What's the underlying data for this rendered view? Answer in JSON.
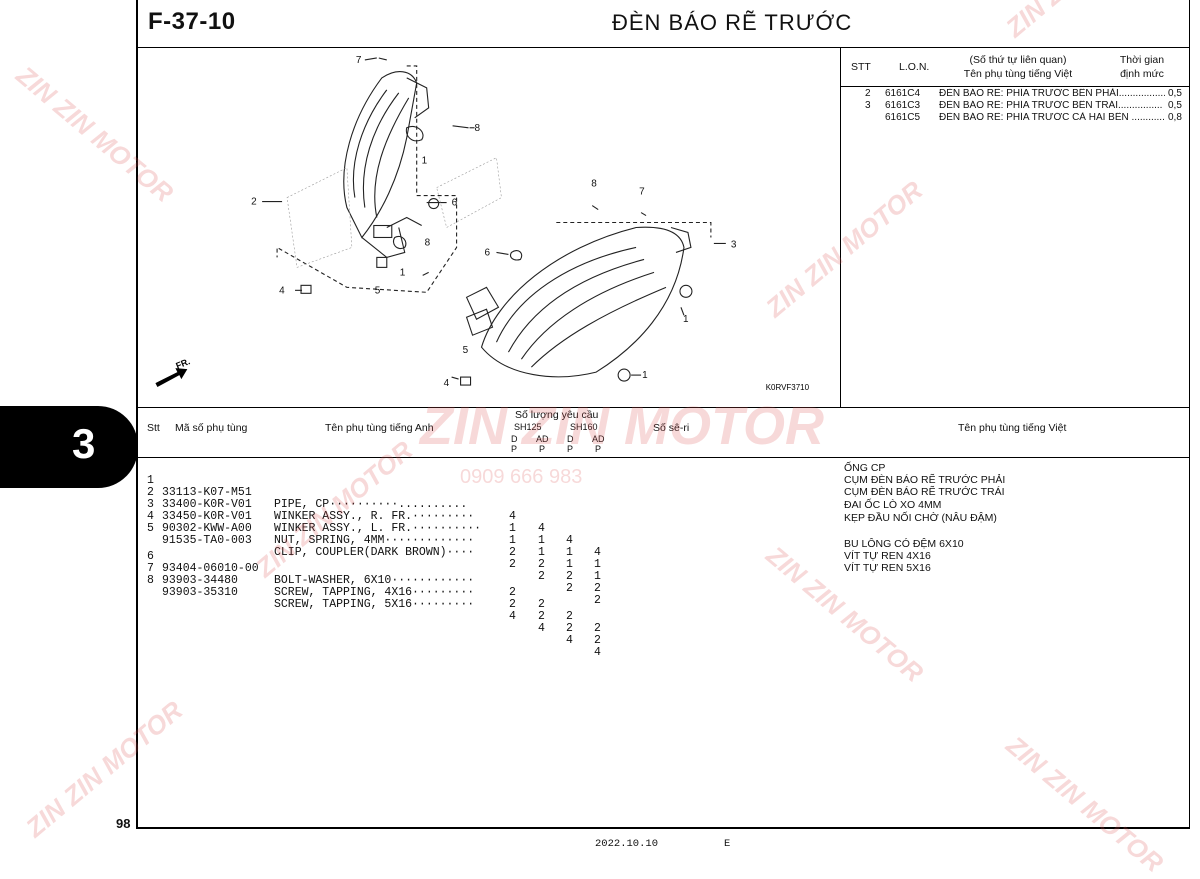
{
  "header": {
    "code": "F-37-10",
    "title": "ĐÈN BÁO RẼ TRƯỚC"
  },
  "kit_table": {
    "col_stt": "STT",
    "col_lon": "L.O.N.",
    "col_desc_1": "(Số thứ tự liên quan)",
    "col_desc_2": "Tên phụ tùng tiếng Việt",
    "col_time_1": "Thời gian",
    "col_time_2": "định mức",
    "rows": [
      {
        "stt": "2",
        "lon": "6161C4",
        "name": "ĐÈN BÁO RẼ: PHÍA TRƯỚC BÊN PHẢI.................",
        "time": "0,5"
      },
      {
        "stt": "3",
        "lon": "6161C3",
        "name": "ĐÈN BÁO RẼ: PHÍA TRƯỚC BÊN TRÁI................",
        "time": "0,5"
      },
      {
        "stt": "",
        "lon": "6161C5",
        "name": "ĐÈN BÁO RẼ: PHÍA TRƯỚC CẢ HAI BÊN ............",
        "time": "0,8"
      }
    ]
  },
  "diagram": {
    "ref": "K0RVF3710",
    "fr_label": "FR.",
    "callouts": [
      "7",
      "8",
      "1",
      "2",
      "6",
      "8",
      "1",
      "5",
      "4",
      "8",
      "7",
      "6",
      "3",
      "1",
      "5",
      "4",
      "1"
    ]
  },
  "parts_table": {
    "h_stt": "Stt",
    "h_partno": "Mã số phụ tùng",
    "h_name_en": "Tên phụ tùng tiếng Anh",
    "h_qty": "Số lượng yêu cầu",
    "h_m1": "SH125",
    "h_m2": "SH160",
    "h_d1": "D",
    "h_ad1": "AD",
    "h_d2": "D",
    "h_ad2": "AD",
    "h_p": "P",
    "h_serial": "Số sê-ri",
    "h_name_vn": "Tên phụ tùng tiếng Việt",
    "rows": [
      {
        "ref": "1",
        "part": "33113-K07-M51",
        "name": "PIPE, CP··········..........",
        "q": [
          "4",
          "4",
          "4",
          "4"
        ],
        "vn": "ỐNG CP"
      },
      {
        "ref": "2",
        "part": "33400-K0R-V01",
        "name": "WINKER ASSY., R. FR.·········",
        "q": [
          "1",
          "1",
          "1",
          "1"
        ],
        "vn": "CỤM ĐÈN BÁO RẼ TRƯỚC PHẢI"
      },
      {
        "ref": "3",
        "part": "33450-K0R-V01",
        "name": "WINKER ASSY., L. FR.··········",
        "q": [
          "1",
          "1",
          "1",
          "1"
        ],
        "vn": "CỤM ĐÈN BÁO RẼ TRƯỚC TRÁI"
      },
      {
        "ref": "4",
        "part": "90302-KWW-A00",
        "name": "NUT, SPRING, 4MM·············",
        "q": [
          "2",
          "2",
          "2",
          "2"
        ],
        "vn": "ĐAI ỐC LÒ XO 4MM"
      },
      {
        "ref": "5",
        "part": "91535-TA0-003",
        "name": "CLIP, COUPLER(DARK BROWN)····",
        "q": [
          "2",
          "2",
          "2",
          "2"
        ],
        "vn": "KẸP ĐẦU NỐI CHỜ (NÂU ĐẬM)"
      },
      {
        "ref": "6",
        "part": "93404-06010-00",
        "name": "BOLT-WASHER, 6X10············",
        "q": [
          "2",
          "2",
          "2",
          "2"
        ],
        "vn": "BU LÔNG CÓ ĐỆM 6X10"
      },
      {
        "ref": "7",
        "part": "93903-34480",
        "name": "SCREW, TAPPING, 4X16·········",
        "q": [
          "2",
          "2",
          "2",
          "2"
        ],
        "vn": "VÍT TỰ REN 4X16"
      },
      {
        "ref": "8",
        "part": "93903-35310",
        "name": "SCREW, TAPPING, 5X16·········",
        "q": [
          "4",
          "4",
          "4",
          "4"
        ],
        "vn": "VÍT TỰ REN 5X16"
      }
    ]
  },
  "section_tab": "3",
  "page_number": "98",
  "footer": {
    "date": "2022.10.10",
    "letter": "E"
  },
  "watermark": {
    "brand": "ZIN ZIN MOTOR",
    "phone": "0909 666 983"
  },
  "colors": {
    "watermark": "#dc5050"
  }
}
